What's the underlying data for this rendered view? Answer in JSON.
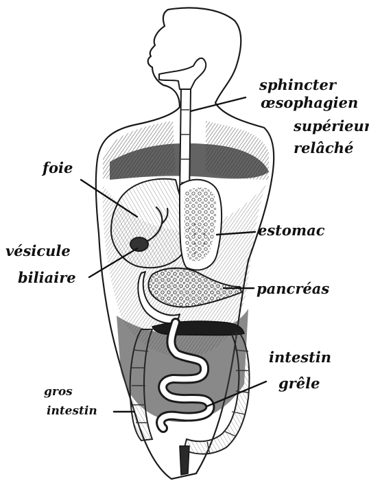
{
  "labels": {
    "sphincter_line1": "sphincter",
    "sphincter_line2": "œsophagien",
    "sphincter_line3": "supérieur",
    "sphincter_line4": "relâché",
    "foie": "foie",
    "vesicule_line1": "vésicule",
    "vesicule_line2": "biliaire",
    "estomac": "estomac",
    "pancreas": "pancréas",
    "intestin_grele_line1": "intestin",
    "intestin_grele_line2": "grêle",
    "gros_intestin_line1": "gros",
    "gros_intestin_line2": "intestin"
  },
  "colors": {
    "ink": "#111111",
    "shade_dark": "#2a2a2a",
    "shade_mid": "#6e6e6e",
    "shade_light": "#bdbdbd",
    "paper": "#ffffff"
  }
}
